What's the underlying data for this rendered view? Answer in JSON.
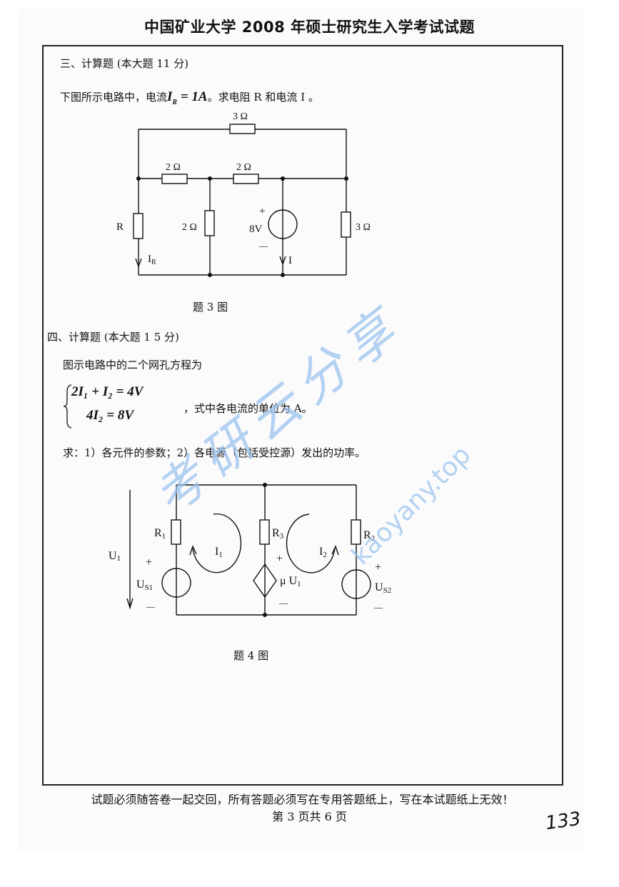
{
  "header": {
    "title": "中国矿业大学 2008 年硕士研究生入学考试试题"
  },
  "q3": {
    "heading": "三、计算题 (本大题 11 分)",
    "prompt_prefix": "下图所示电路中，电流",
    "prompt_eq": "I",
    "prompt_eq_sub": "R",
    "prompt_eq_val": " = 1A",
    "prompt_suffix": "。求电阻 R 和电流 I 。",
    "caption": "题 3 图",
    "circuit": {
      "top_resistor": "3 Ω",
      "mid_left_resistor": "2 Ω",
      "mid_right_resistor": "2 Ω",
      "r_label": "R",
      "shunt_resistor": "2 Ω",
      "source_value": "8V",
      "source_plus": "+",
      "source_minus": "—",
      "right_resistor": "3 Ω",
      "ir_label": "I",
      "ir_sub": "R",
      "i_label": "I"
    }
  },
  "q4": {
    "heading": "四、计算题 (本大题 1 5 分)",
    "intro": "图示电路中的二个网孔方程为",
    "eq1": "2I₁ + I₂ = 4V",
    "eq2": "4I₂ = 8V",
    "eq_note": "，式中各电流的单位为 A。",
    "ask": "求：1）各元件的参数；2）各电源（包括受控源）发出的功率。",
    "caption": "题 4 图",
    "circuit": {
      "u1": "U",
      "u1_sub": "1",
      "r1": "R",
      "r1_sub": "1",
      "r3": "R",
      "r3_sub": "3",
      "r2": "R",
      "r2_sub": "2",
      "i1": "I",
      "i1_sub": "1",
      "i2": "I",
      "i2_sub": "2",
      "us1": "U",
      "us1_sub": "S1",
      "us2": "U",
      "us2_sub": "S2",
      "dep_source": "μ U",
      "dep_source_sub": "1",
      "plus": "+",
      "minus": "—"
    }
  },
  "footer": {
    "notice": "试题必须随答卷一起交回，所有答题必须写在专用答题纸上，写在本试题纸上无效！",
    "page": "第 3 页共 6 页",
    "handwritten": "133"
  },
  "watermark": {
    "cn": "考研云分享",
    "url": "kaoyany.top",
    "color": "#9cc3ef"
  }
}
